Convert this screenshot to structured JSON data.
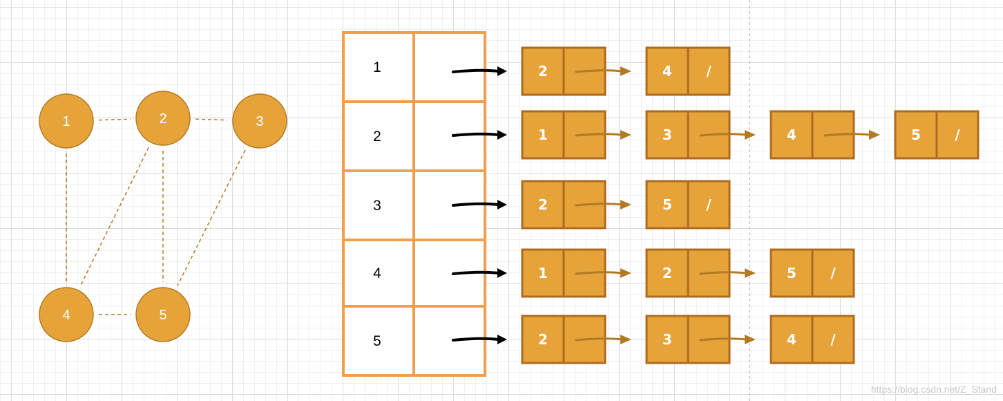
{
  "colors": {
    "node_fill": "#e5a33a",
    "node_stroke": "#b27a24",
    "edge": "#b27a24",
    "table_border": "#f0a04d",
    "arrow_black": "#000000",
    "arrow_brown": "#b27a24",
    "cell_fill": "#e5a33a",
    "cell_stroke": "#b06a20"
  },
  "graph": {
    "nodes": [
      "1",
      "2",
      "3",
      "4",
      "5"
    ],
    "edges": [
      [
        "1",
        "2"
      ],
      [
        "2",
        "3"
      ],
      [
        "1",
        "4"
      ],
      [
        "2",
        "4"
      ],
      [
        "2",
        "5"
      ],
      [
        "3",
        "5"
      ],
      [
        "4",
        "5"
      ]
    ]
  },
  "adjacency": {
    "rows": [
      {
        "vertex": "1",
        "neighbors": [
          "2",
          "4"
        ]
      },
      {
        "vertex": "2",
        "neighbors": [
          "1",
          "3",
          "4",
          "5"
        ]
      },
      {
        "vertex": "3",
        "neighbors": [
          "2",
          "5"
        ]
      },
      {
        "vertex": "4",
        "neighbors": [
          "1",
          "2",
          "5"
        ]
      },
      {
        "vertex": "5",
        "neighbors": [
          "2",
          "3",
          "4"
        ]
      }
    ],
    "null_marker": "/"
  },
  "watermark": "https://blog.csdn.net/Z_Stand"
}
